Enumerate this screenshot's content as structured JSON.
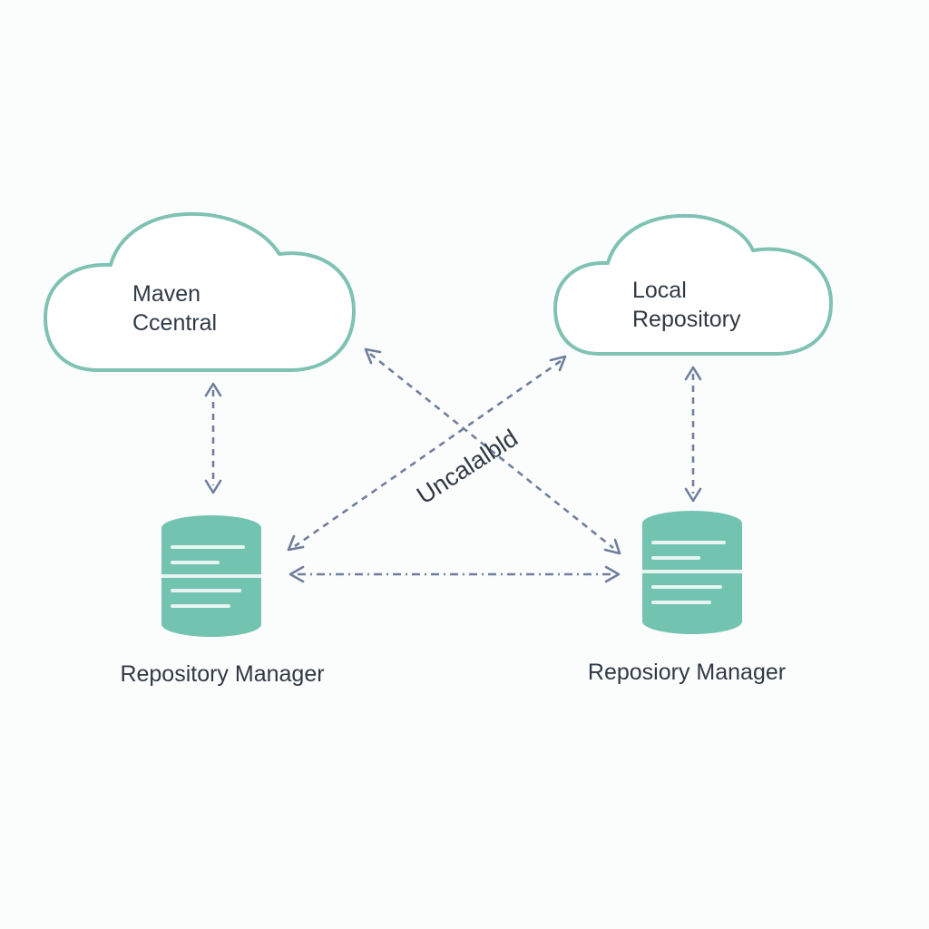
{
  "nodes": {
    "maven_central": {
      "lines": [
        "Maven",
        "Ccentral"
      ]
    },
    "local_repository": {
      "lines": [
        "Local",
        "Repository"
      ]
    },
    "repo_manager_left": {
      "label": "Repository Manager"
    },
    "repo_manager_right": {
      "label": "Reposiory Manager"
    }
  },
  "edges": {
    "cross_label": "Uncalalbld"
  },
  "colors": {
    "cloud_stroke": "#7fc2b4",
    "database_fill": "#73c3b1",
    "arrow": "#6f7f9c",
    "text": "#2f3a45",
    "background": "#fbfcfc"
  },
  "icons": {
    "cloud": "cloud-icon",
    "database": "database-icon"
  }
}
